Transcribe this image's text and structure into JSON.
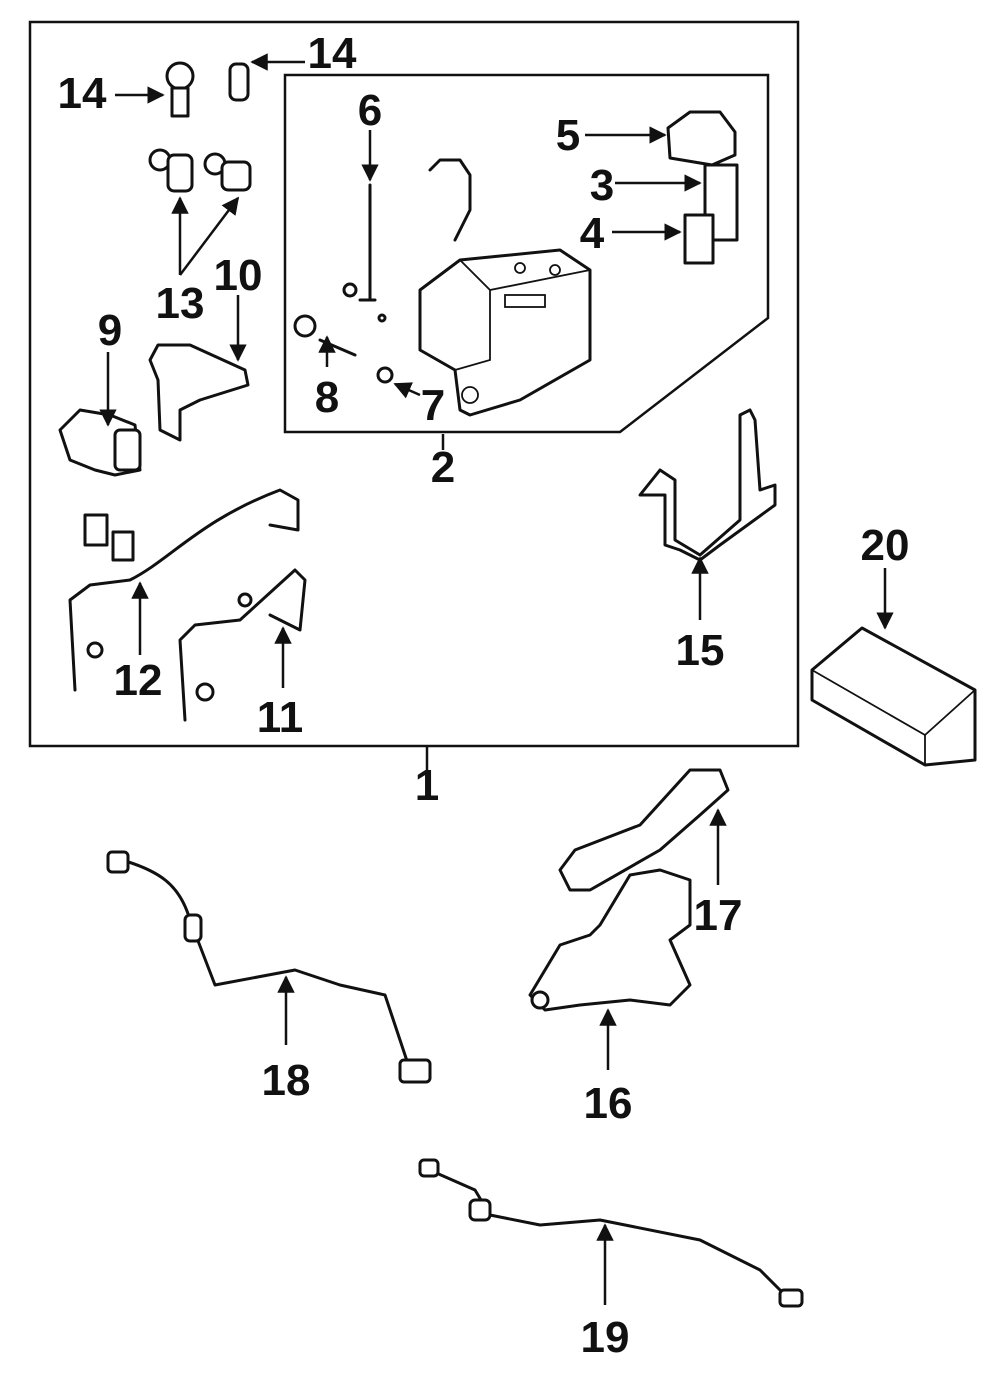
{
  "diagram": {
    "type": "exploded parts diagram",
    "callouts": [
      {
        "id": "c1",
        "label": "1"
      },
      {
        "id": "c2",
        "label": "2"
      },
      {
        "id": "c3",
        "label": "3"
      },
      {
        "id": "c4",
        "label": "4"
      },
      {
        "id": "c5",
        "label": "5"
      },
      {
        "id": "c6",
        "label": "6"
      },
      {
        "id": "c7",
        "label": "7"
      },
      {
        "id": "c8",
        "label": "8"
      },
      {
        "id": "c9",
        "label": "9"
      },
      {
        "id": "c10",
        "label": "10"
      },
      {
        "id": "c11",
        "label": "11"
      },
      {
        "id": "c12",
        "label": "12"
      },
      {
        "id": "c13",
        "label": "13"
      },
      {
        "id": "c14a",
        "label": "14"
      },
      {
        "id": "c14b",
        "label": "14"
      },
      {
        "id": "c15",
        "label": "15"
      },
      {
        "id": "c16",
        "label": "16"
      },
      {
        "id": "c17",
        "label": "17"
      },
      {
        "id": "c18",
        "label": "18"
      },
      {
        "id": "c19",
        "label": "19"
      },
      {
        "id": "c20",
        "label": "20"
      }
    ]
  }
}
